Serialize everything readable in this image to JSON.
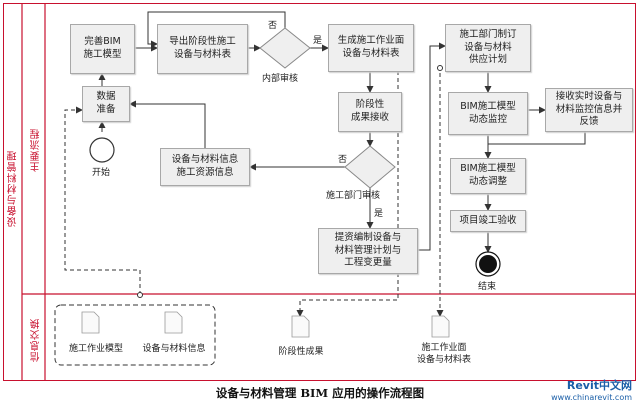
{
  "lanes": {
    "outer": "设备与材料管理",
    "main": "主要流程",
    "info": "信息交换"
  },
  "nodes": {
    "improve_model": "完善BIM\n施工模型",
    "export_table": "导出阶段性施工\n设备与材料表",
    "generate_table": "生成施工作业面\n设备与材料表",
    "data_prep": "数据\n准备",
    "stage_accept": "阶段性\n成果接收",
    "resource_info": "设备与材料信息\n施工资源信息",
    "prepare_plan": "提资编制设备与\n材料管理计划与\n工程变更量",
    "supply_plan": "施工部门制订\n设备与材料\n供应计划",
    "dynamic_monitor": "BIM施工模型\n动态监控",
    "receive_info": "接收实时设备与\n材料监控信息并\n反馈",
    "dynamic_adjust": "BIM施工模型\n动态调整",
    "acceptance": "项目竣工验收"
  },
  "decisions": {
    "internal_review": "内部审核",
    "dept_review": "施工部门审核",
    "no_1": "否",
    "yes_1": "是",
    "no_2": "否",
    "yes_2": "是"
  },
  "terminals": {
    "start": "开始",
    "end": "结束"
  },
  "documents": {
    "work_model": "施工作业模型",
    "equip_info": "设备与材料信息",
    "stage_result": "阶段性成果",
    "work_table": "施工作业面\n设备与材料表"
  },
  "caption": "设备与材料管理 BIM 应用的操作流程图",
  "watermark": {
    "brand": "Revit中文网",
    "url": "www.chinarevit.com"
  }
}
